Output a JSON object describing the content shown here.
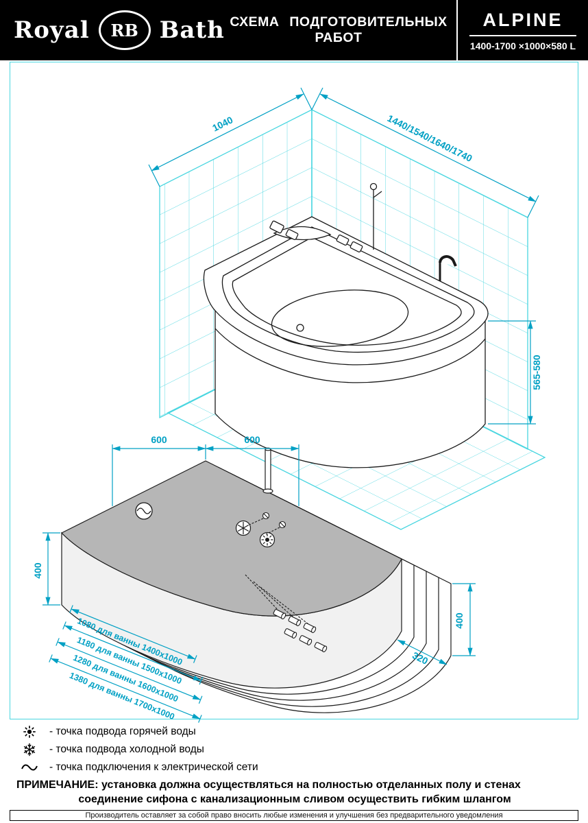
{
  "header": {
    "brand_royal": "Royal",
    "brand_rb": "RB",
    "brand_bath": "Bath",
    "doc_title": "СХЕМА ПОДГОТОВИТЕЛЬНЫХ РАБОТ",
    "model": "ALPINE",
    "dimensions": "1400-1700 ×1000×580 L"
  },
  "top_drawing": {
    "wall_left_dim": "1040",
    "wall_right_dim": "1440/1540/1640/1740",
    "height_dim": "565-580"
  },
  "base_drawing": {
    "back_left_dim": "600",
    "back_right_dim": "600",
    "height_left_dim": "400",
    "height_right_dim": "400",
    "offset_dim": "320",
    "size_labels": [
      "1080 для ванны 1400x1000",
      "1180 для ванны 1500x1000",
      "1280 для ванны 1600x1000",
      "1380 для ванны 1700x1000"
    ]
  },
  "legend": {
    "items": [
      {
        "icon": "hot-water",
        "label": "- точка подвода горячей воды"
      },
      {
        "icon": "cold-water",
        "label": "- точка подвода холодной воды"
      },
      {
        "icon": "electric",
        "label": "- точка подключения к электрической сети"
      }
    ]
  },
  "note": {
    "label": "ПРИМЕЧАНИЕ:",
    "line1": "установка должна осуществляться на полностью отделанных полу и стенах",
    "line2": "соединение сифона с канализационным сливом осуществить гибким шлангом"
  },
  "footer": "Производитель оставляет за собой право вносить любые изменения и улучшения без предварительного уведомления",
  "colors": {
    "accent_cyan": "#00a0c4",
    "tile_grid": "#49d6e0",
    "header_bg": "#000000"
  }
}
